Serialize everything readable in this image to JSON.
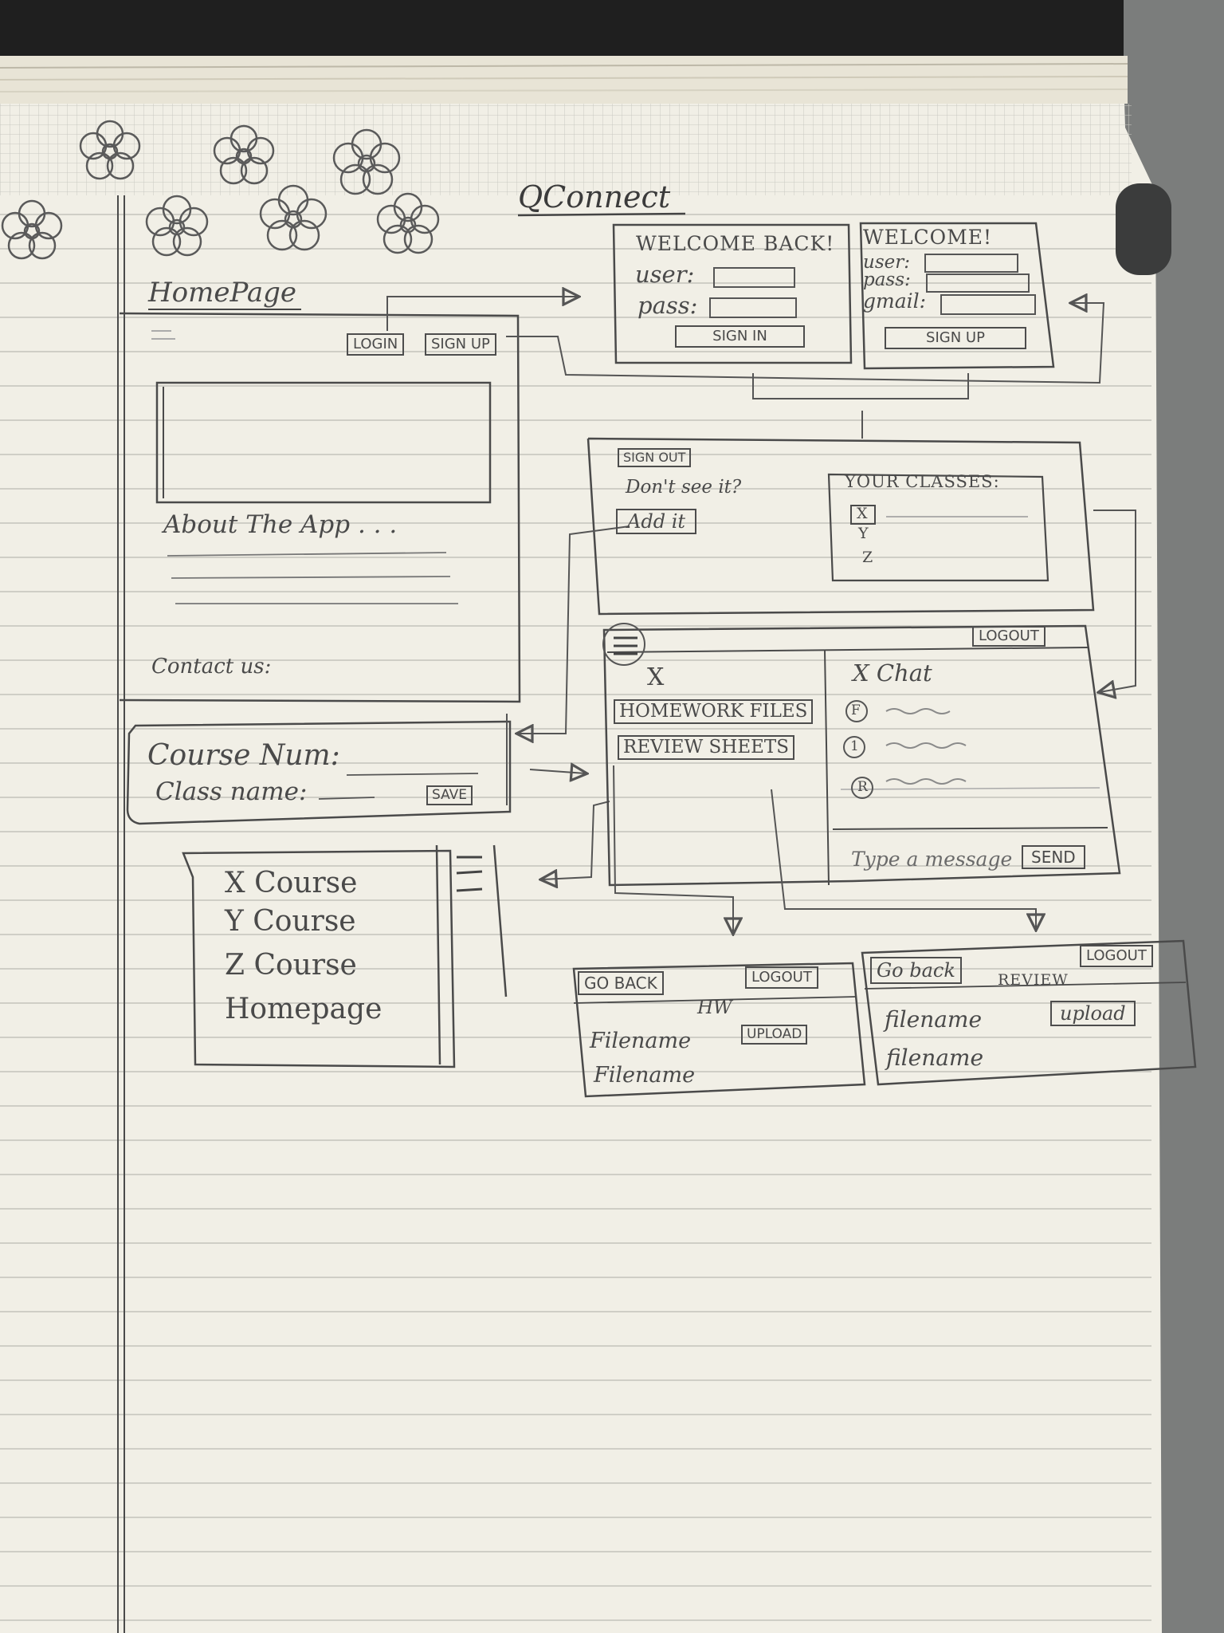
{
  "app_title": "QConnect",
  "homepage": {
    "title": "HomePage",
    "login_button": "LOGIN",
    "signup_button": "SIGN UP",
    "about": "About The App . . .",
    "contact": "Contact us:"
  },
  "login": {
    "heading": "WELCOME BACK!",
    "user_label": "user:",
    "pass_label": "pass:",
    "submit": "SIGN IN"
  },
  "signup": {
    "heading": "WELCOME!",
    "user_label": "user:",
    "pass_label": "pass:",
    "gmail_label": "gmail:",
    "submit": "SIGN UP"
  },
  "dashboard": {
    "signout": "SIGN OUT",
    "prompt": "Don't see it?",
    "add_button": "Add it",
    "classes_heading": "YOUR CLASSES:",
    "classes": [
      "X",
      "Y",
      "Z"
    ]
  },
  "course_form": {
    "course_num": "Course Num:",
    "class_name": "Class name:",
    "save": "SAVE"
  },
  "menu": {
    "items": [
      "X  Course",
      "Y  Course",
      "Z  Course",
      "Homepage"
    ]
  },
  "class_page": {
    "logout": "LOGOUT",
    "class_label": "X",
    "homework": "HOMEWORK FILES",
    "review": "REVIEW SHEETS",
    "chat_title": "X  Chat",
    "chat_avatars": [
      "F",
      "1",
      "R"
    ],
    "message_placeholder": "Type a message",
    "send": "SEND"
  },
  "hw_page": {
    "back": "GO BACK",
    "logout": "LOGOUT",
    "label": "HW",
    "upload": "UPLOAD",
    "files": [
      "Filename",
      "Filename"
    ]
  },
  "review_page": {
    "back": "Go back",
    "logout": "LOGOUT",
    "label": "REVIEW",
    "upload": "upload",
    "files": [
      "filename",
      "filename"
    ]
  }
}
